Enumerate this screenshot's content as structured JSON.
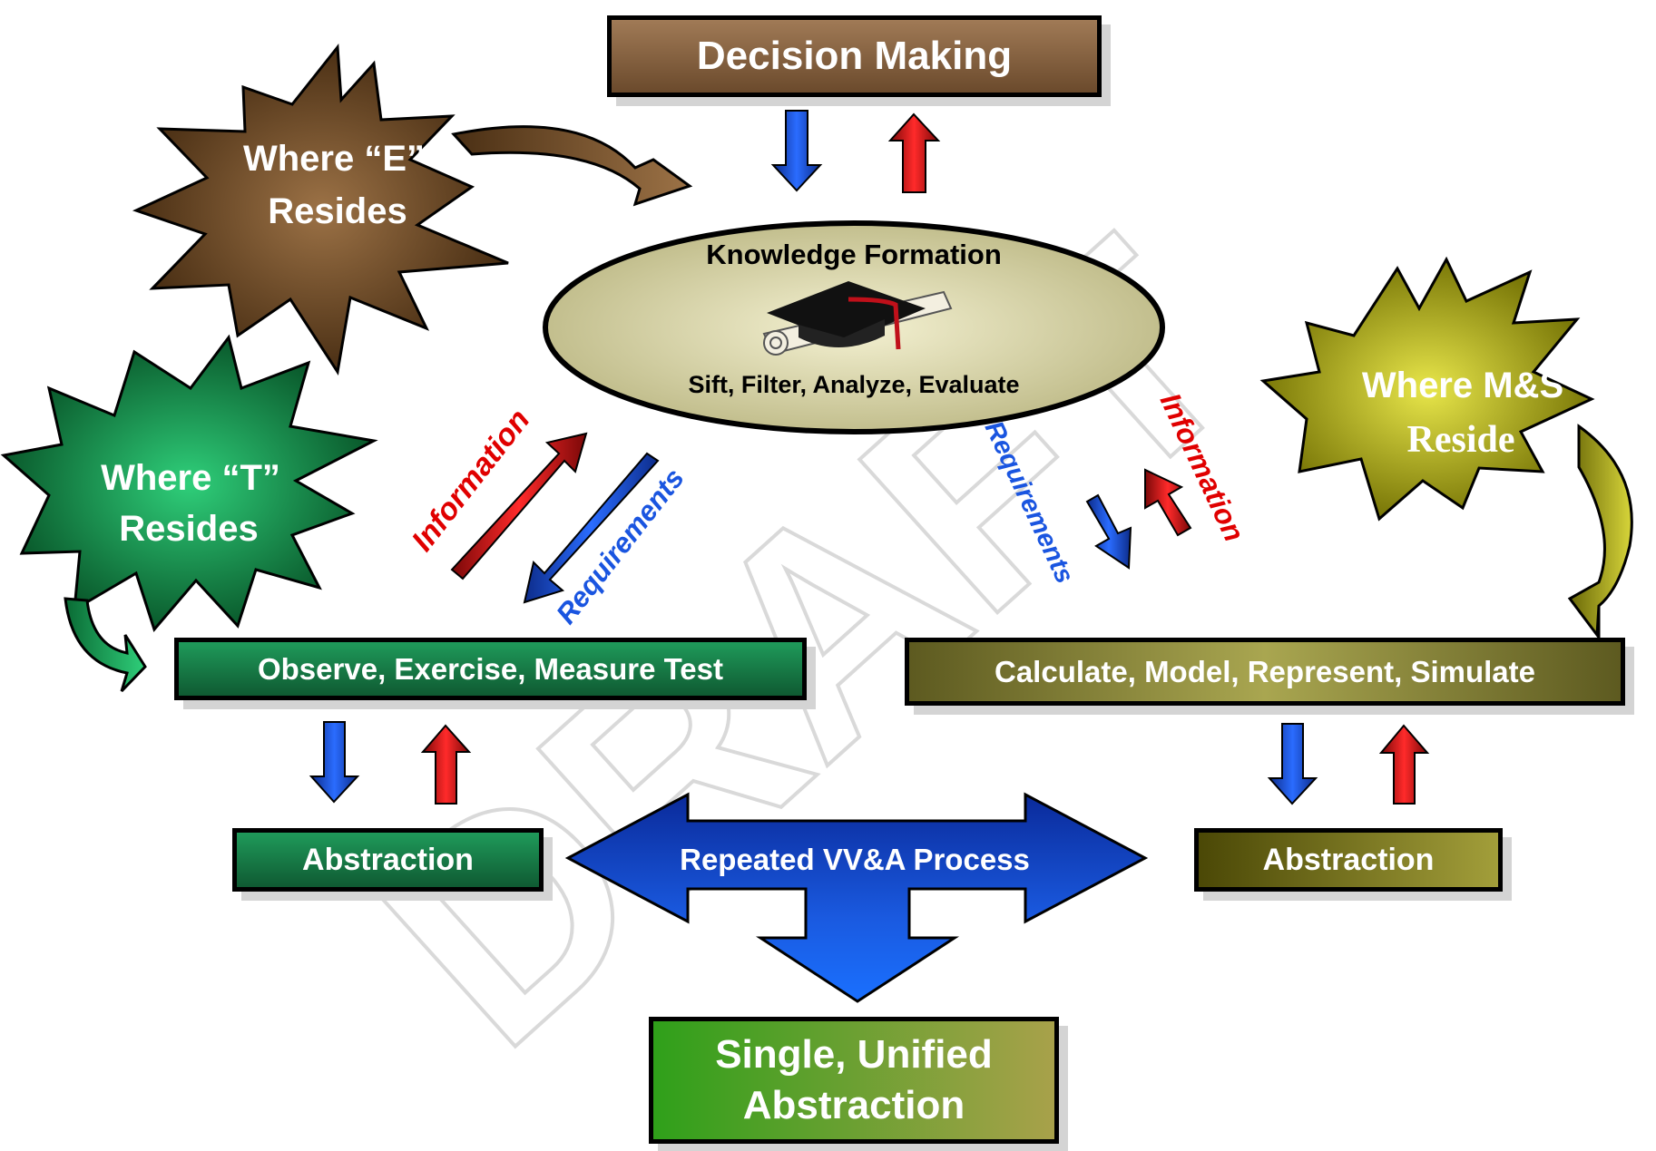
{
  "nodes": {
    "decision_making": "Decision Making",
    "knowledge_title": "Knowledge Formation",
    "knowledge_sub": "Sift, Filter, Analyze, Evaluate",
    "observe": "Observe, Exercise, Measure Test",
    "calculate": "Calculate, Model, Represent, Simulate",
    "abstraction_left": "Abstraction",
    "abstraction_right": "Abstraction",
    "vva_process": "Repeated VV&A Process",
    "single_line1": "Single, Unified",
    "single_line2": "Abstraction"
  },
  "stars": {
    "e_line1": "Where “E”",
    "e_line2": "Resides",
    "t_line1": "Where “T”",
    "t_line2": "Resides",
    "ms_line1": "Where M&S",
    "ms_line2": "Reside"
  },
  "arrow_labels": {
    "information_left": "Information",
    "requirements_left": "Requirements",
    "requirements_right": "Requirements",
    "information_right": "Information"
  },
  "watermark": "DRAFT",
  "colors": {
    "down_arrow": "#1a4fc8",
    "up_arrow": "#c8141a",
    "e_star": "#6b4a2c",
    "t_star": "#129a4e",
    "ms_star": "#b5b21e",
    "vva_arrow": "#1a55d8"
  }
}
